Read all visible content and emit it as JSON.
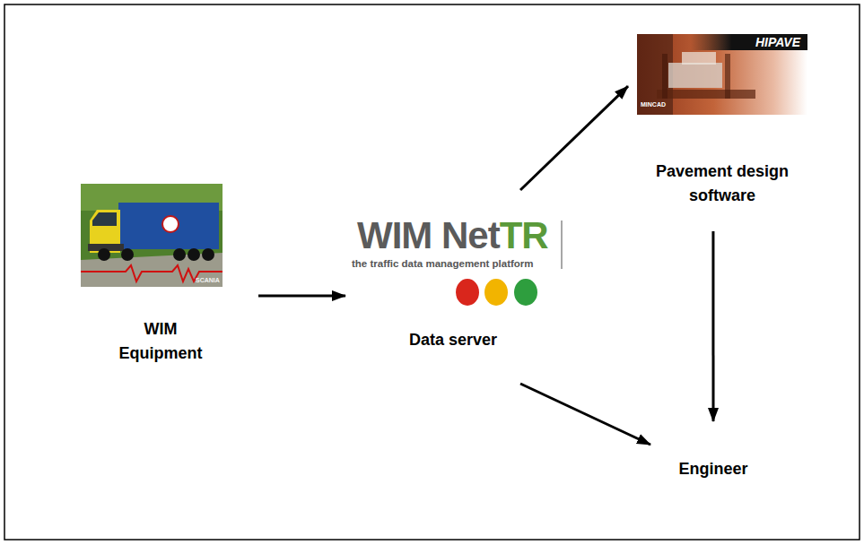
{
  "diagram": {
    "nodes": [
      {
        "text": [
          "WIM Equipment"
        ]
      },
      {
        "text": [
          "Data server"
        ]
      },
      {
        "text": [
          "Pavement design software"
        ]
      },
      {
        "text": [
          "Engineer"
        ]
      }
    ],
    "edges": [
      {
        "from": 0,
        "to": 1,
        "arrow": "to"
      },
      {
        "from": 1,
        "to": 2,
        "arrow": "to"
      },
      {
        "from": 2,
        "to": 3,
        "arrow": "to"
      },
      {
        "from": 1,
        "to": 3,
        "arrow": "to"
      }
    ],
    "labels": [
      "WIM Net",
      "TR",
      "the traffic data management platform",
      "HIPAVE",
      "MINCAD",
      "SCANIA"
    ]
  }
}
